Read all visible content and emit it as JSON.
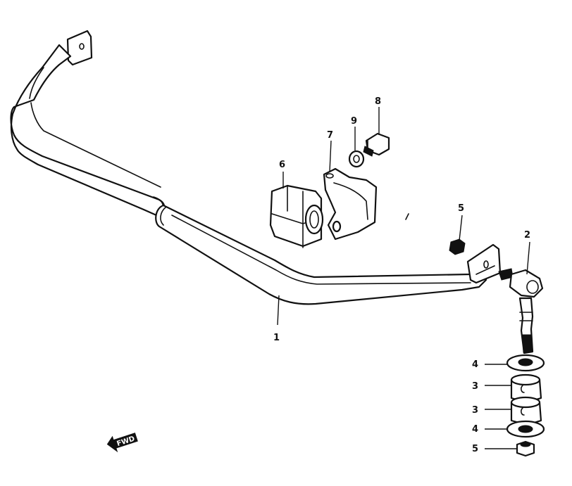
{
  "callouts": {
    "bar": "1",
    "link": "2",
    "bushing_a": "3",
    "bushing_b": "3",
    "washer_a": "4",
    "washer_b": "4",
    "nut_top": "5",
    "nut_bottom": "5",
    "mount_bushing": "6",
    "bracket": "7",
    "bolt": "8",
    "washer_small": "9"
  },
  "direction_mark": "FWD"
}
